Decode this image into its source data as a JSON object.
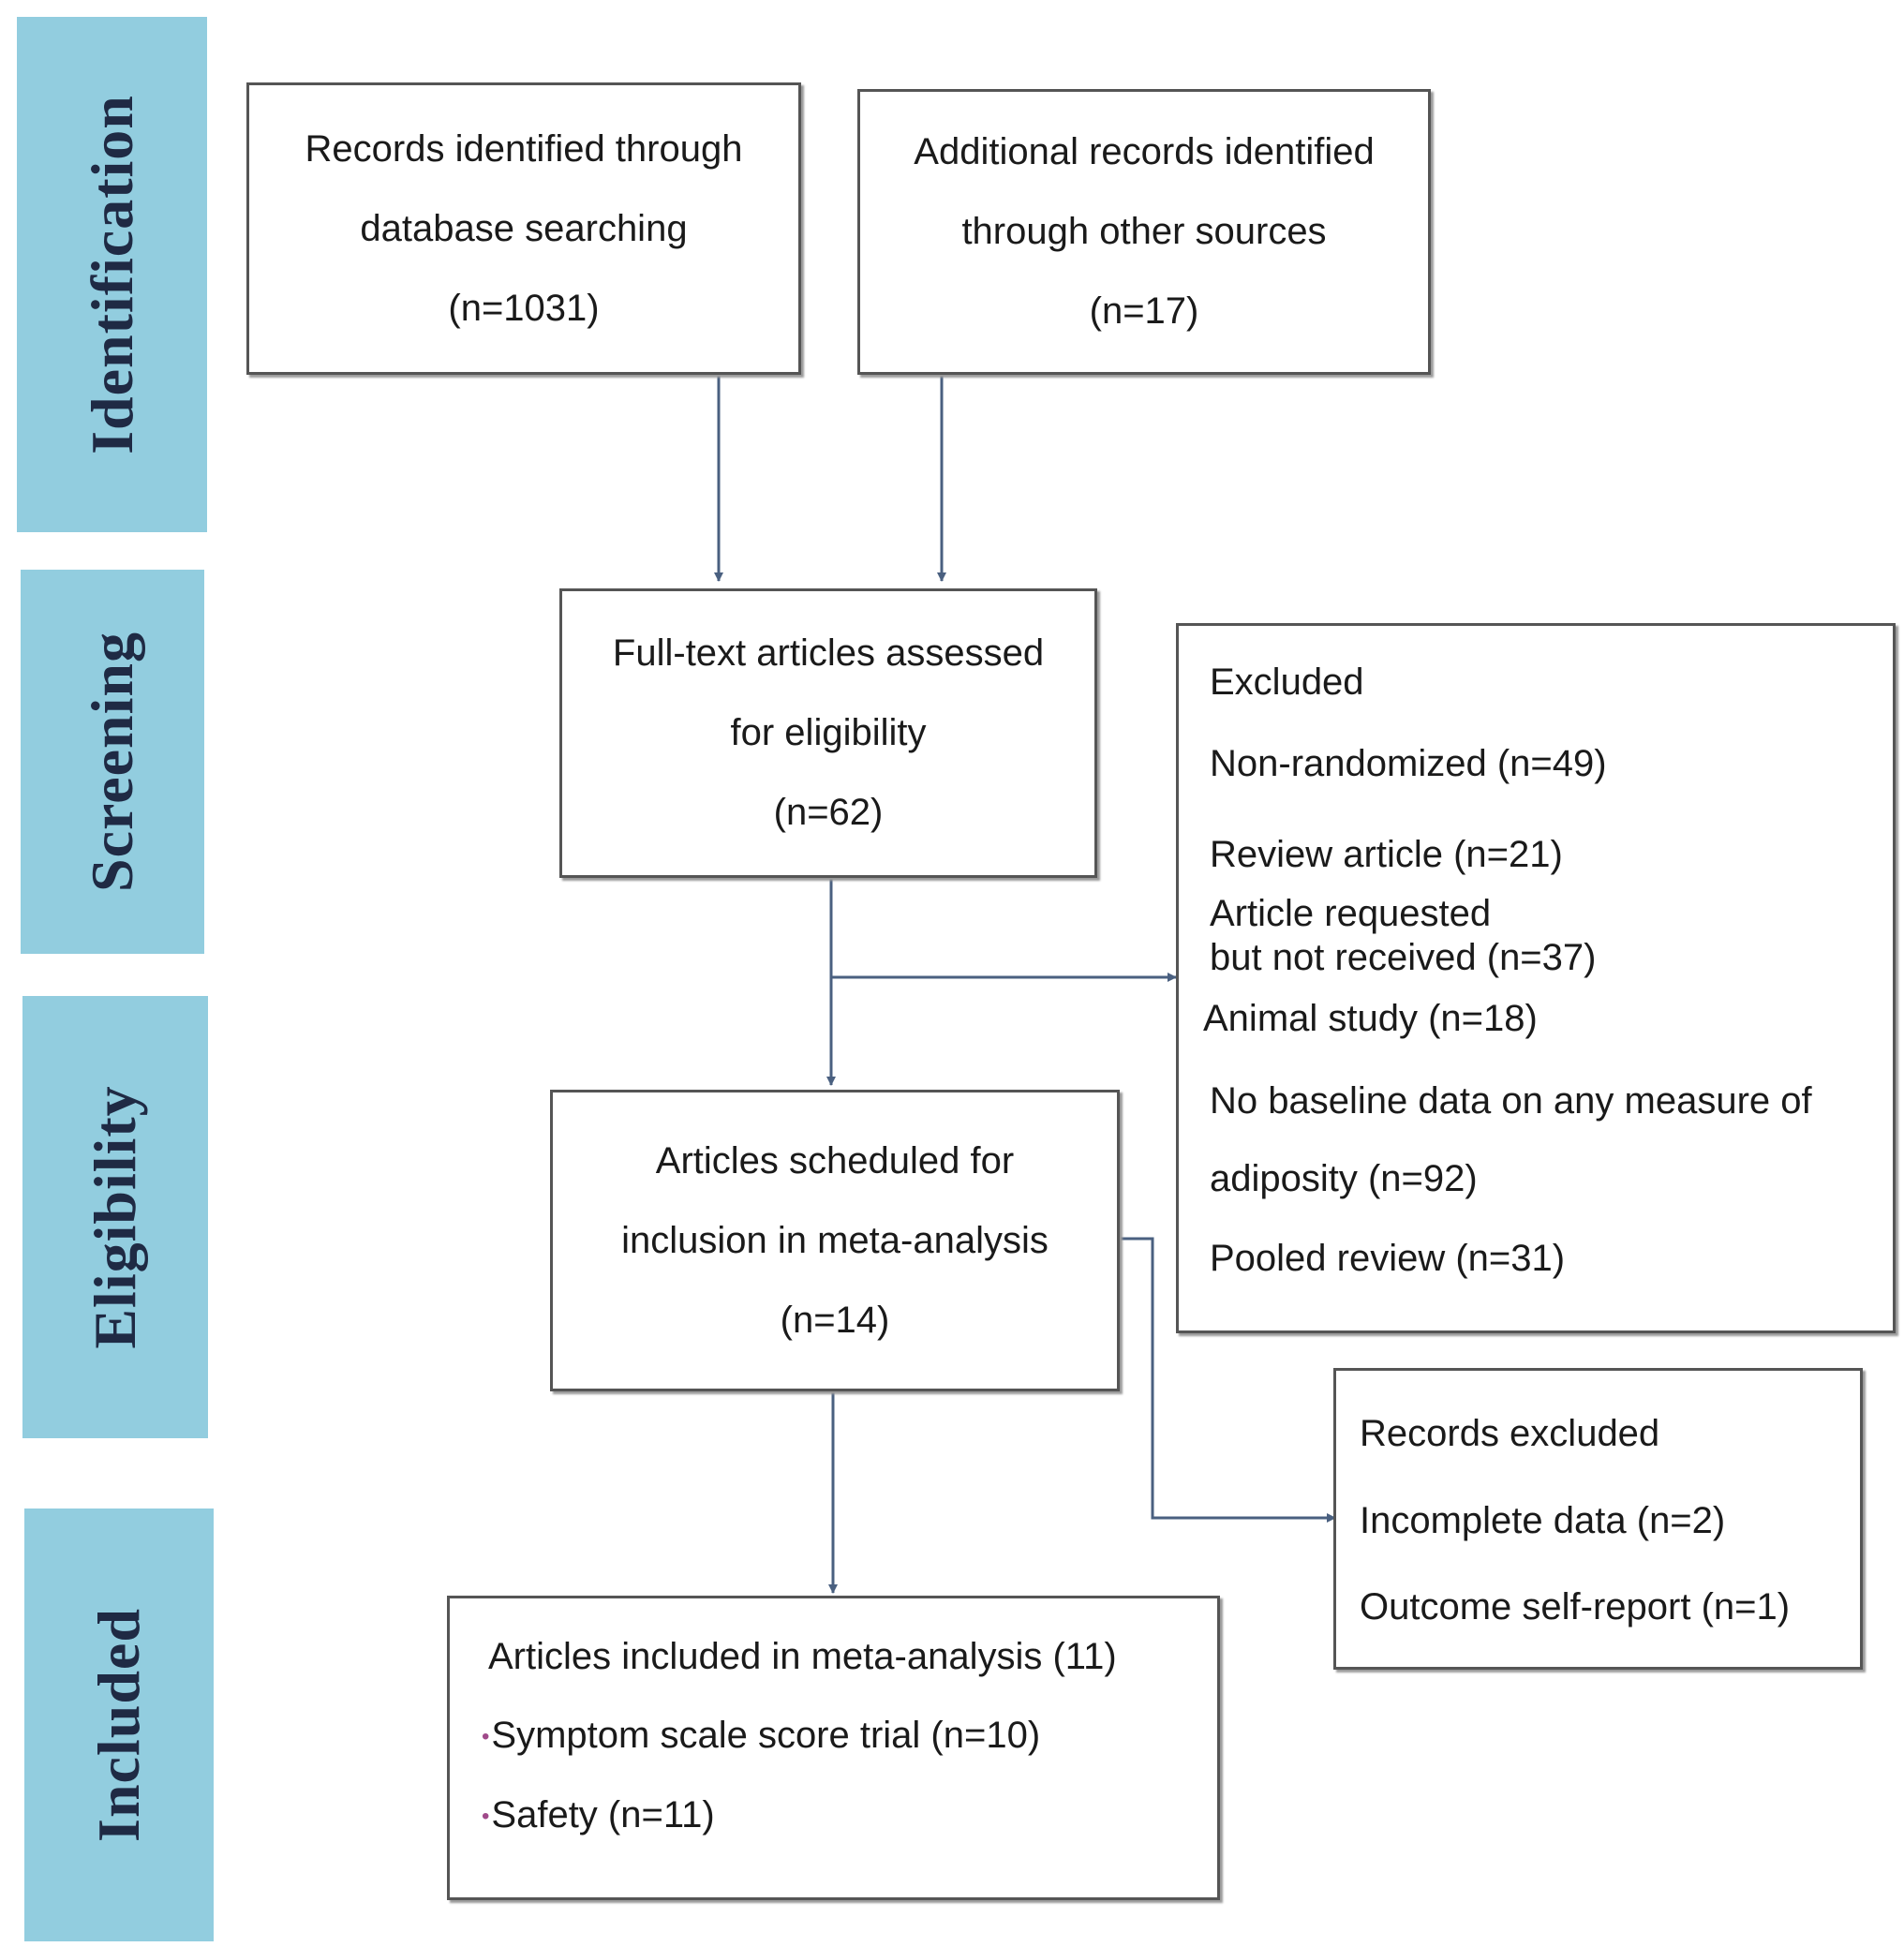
{
  "stages": [
    {
      "name": "identification",
      "label": "Identification"
    },
    {
      "name": "screening",
      "label": "Screening"
    },
    {
      "name": "eligibility",
      "label": "Eligibility"
    },
    {
      "name": "included",
      "label": "Included"
    }
  ],
  "boxes": {
    "database": {
      "lines": [
        "Records identified through",
        "database searching",
        "(n=1031)"
      ]
    },
    "other_sources": {
      "lines": [
        "Additional records identified",
        "through other sources",
        "(n=17)"
      ]
    },
    "fulltext": {
      "lines": [
        "Full-text articles assessed",
        "for eligibility",
        "(n=62)"
      ]
    },
    "excluded": {
      "title": "Excluded",
      "items": [
        "Non-randomized (n=49)",
        "Review article (n=21)",
        "Article requested",
        "but not received (n=37)",
        "Animal study (n=18)",
        "No baseline data on any measure of",
        "adiposity (n=92)",
        "Pooled review (n=31)"
      ]
    },
    "scheduled": {
      "lines": [
        "Articles scheduled for",
        "inclusion in meta-analysis",
        "(n=14)"
      ]
    },
    "records_excluded": {
      "title": "Records excluded",
      "items": [
        "Incomplete data (n=2)",
        "Outcome self-report (n=1)"
      ]
    },
    "included": {
      "title": "Articles included in meta-analysis (11)",
      "items": [
        "Symptom scale score trial (n=10)",
        "Safety (n=11)"
      ]
    }
  },
  "colors": {
    "stage_band": "#92cddf",
    "stage_text": "#1f2a44",
    "arrow": "#4a6080",
    "box_border": "#555555"
  }
}
